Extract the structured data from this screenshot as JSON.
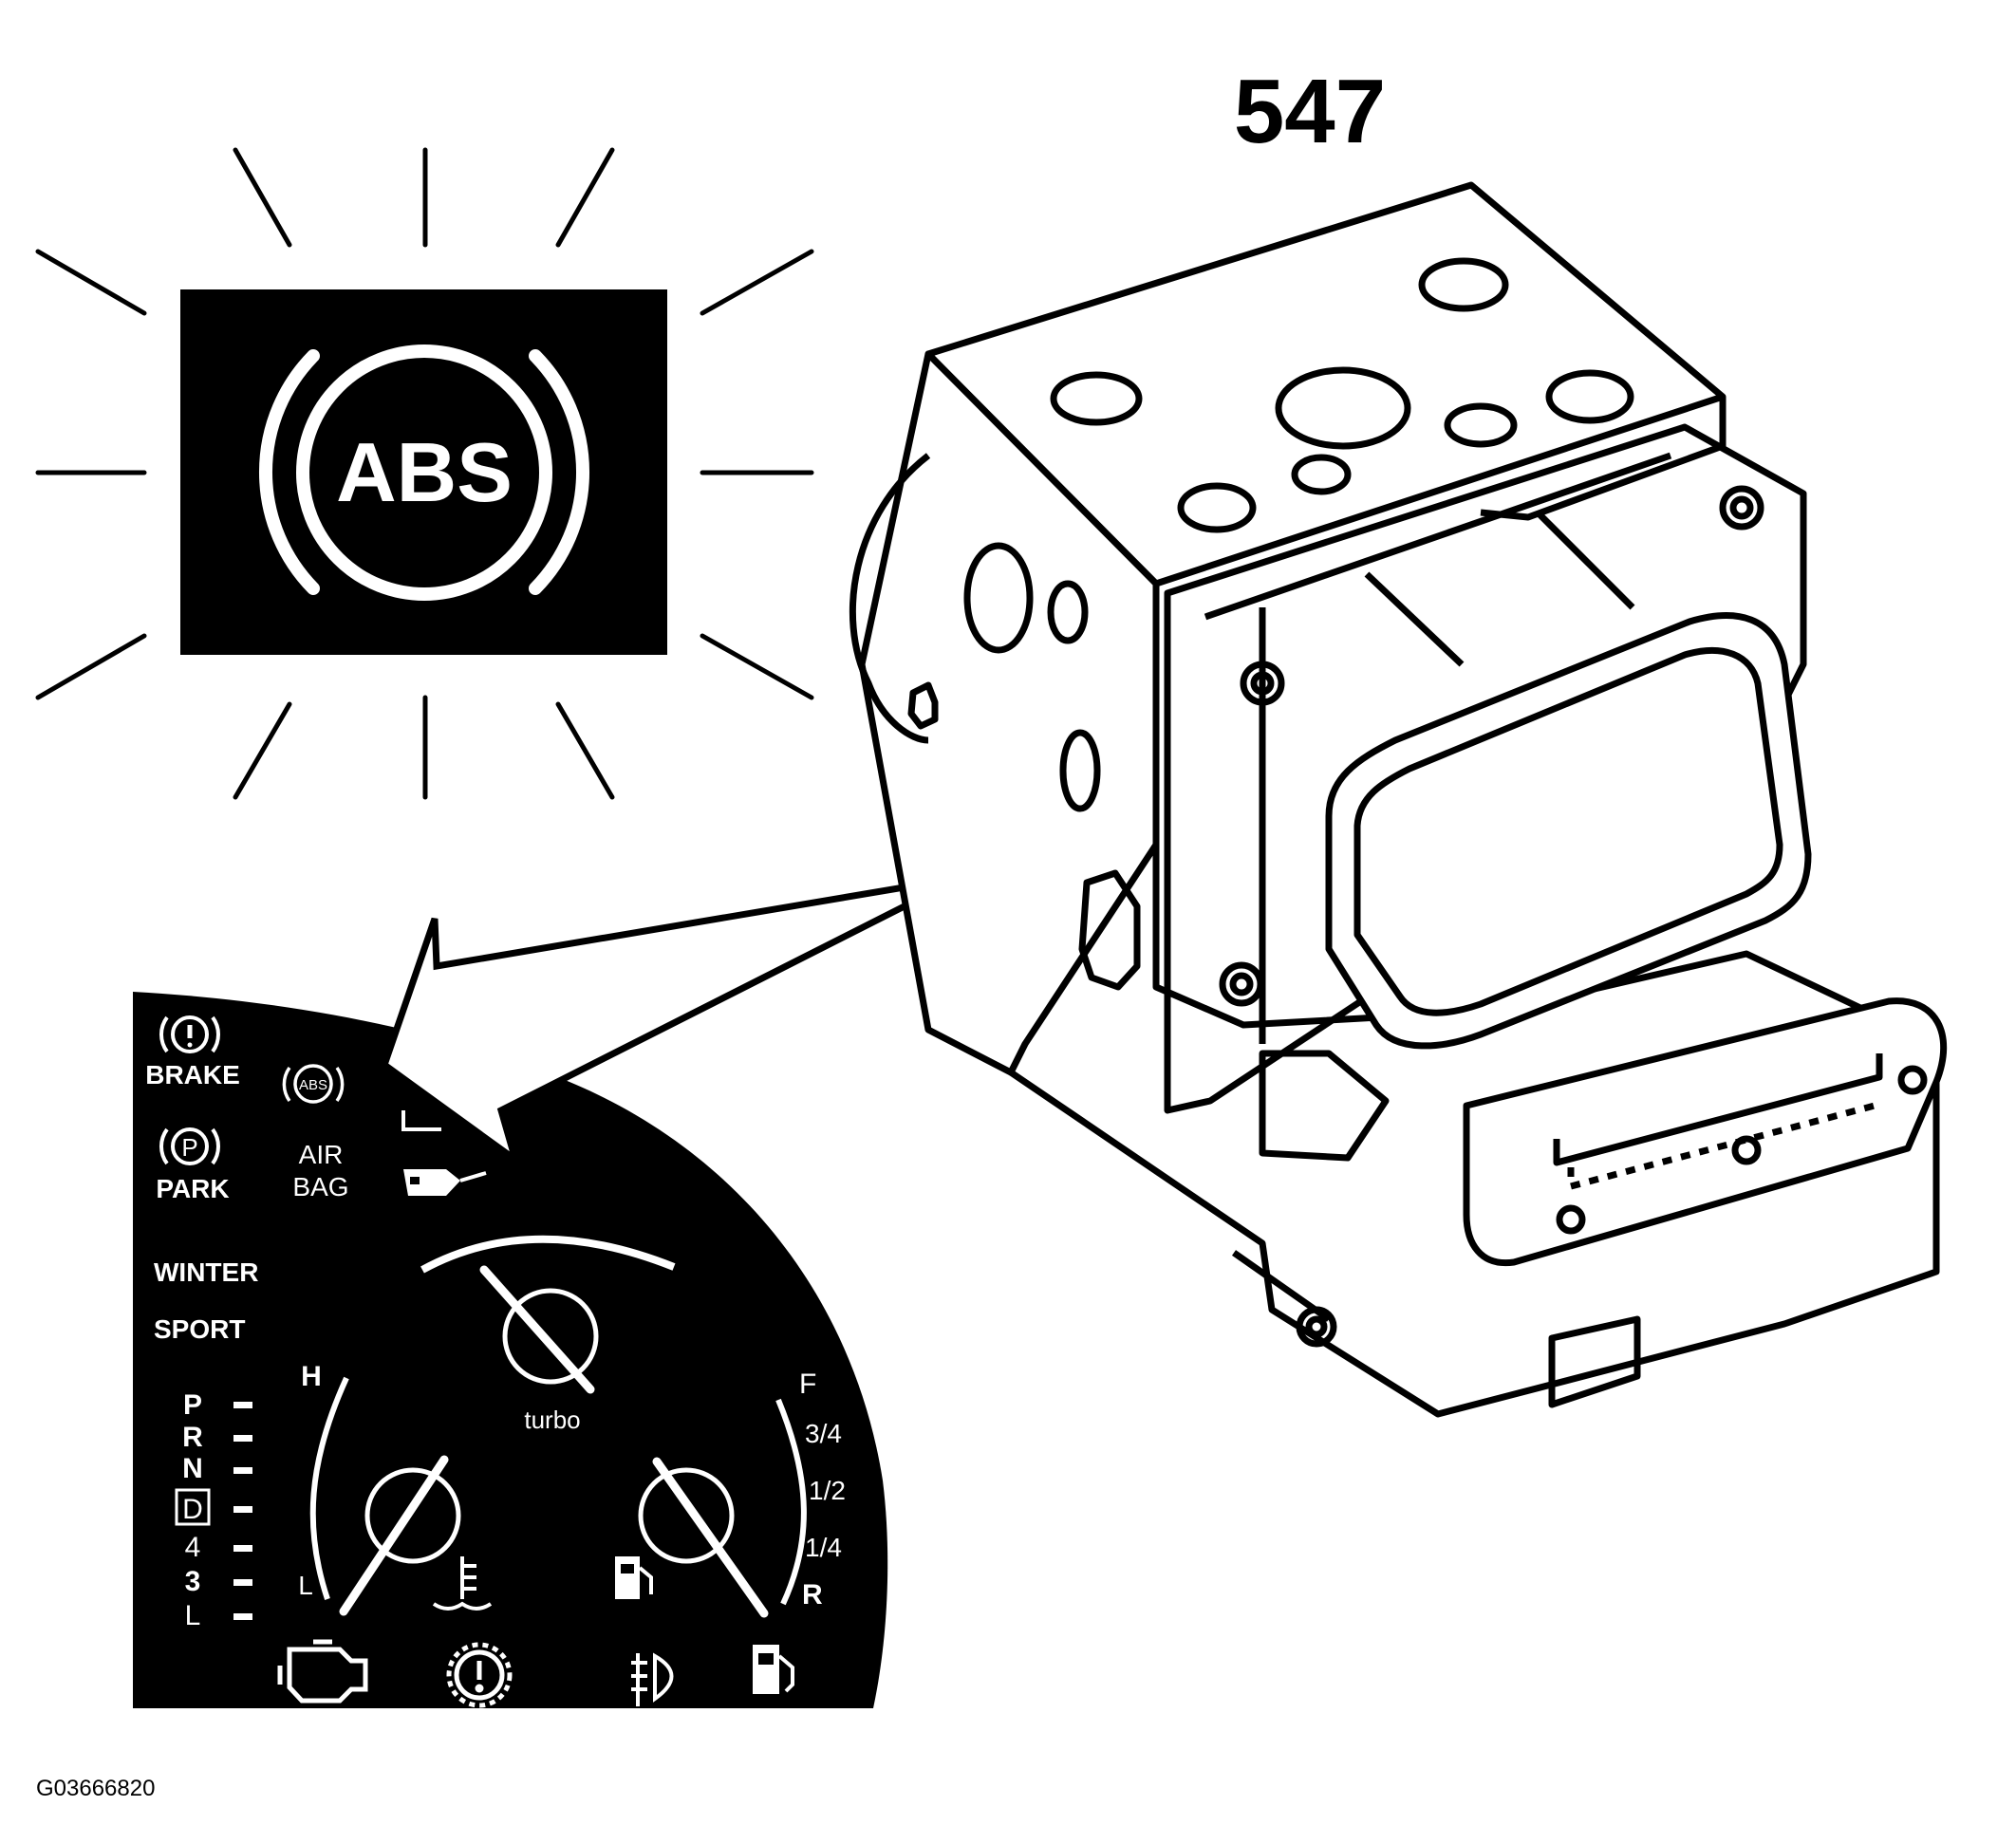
{
  "figure": {
    "part_number": "547",
    "figure_id": "G03666820"
  },
  "warning_lamp": {
    "label": "ABS",
    "lit": true
  },
  "cluster": {
    "indicators": {
      "brake": "BRAKE",
      "park": "PARK",
      "air_bag_line1": "AIR",
      "air_bag_line2": "BAG",
      "abs_small": "ABS",
      "park_symbol": "P"
    },
    "modes": [
      "WINTER",
      "SPORT"
    ],
    "turbo_label": "turbo",
    "temp_gauge": {
      "high": "H",
      "low": "L"
    },
    "fuel_gauge": {
      "full": "F",
      "three_quarter": "3/4",
      "half": "1/2",
      "quarter": "1/4",
      "reserve": "R"
    },
    "gear_selector": {
      "positions": [
        "P",
        "R",
        "N",
        "D",
        "4",
        "3",
        "L"
      ],
      "selected": "D"
    }
  },
  "icons": [
    "brake-warning-icon",
    "park-brake-icon",
    "abs-icon",
    "oil-can-icon",
    "check-engine-icon",
    "coolant-temp-icon",
    "general-warning-icon",
    "headlight-leveling-icon",
    "fuel-pump-icon"
  ]
}
